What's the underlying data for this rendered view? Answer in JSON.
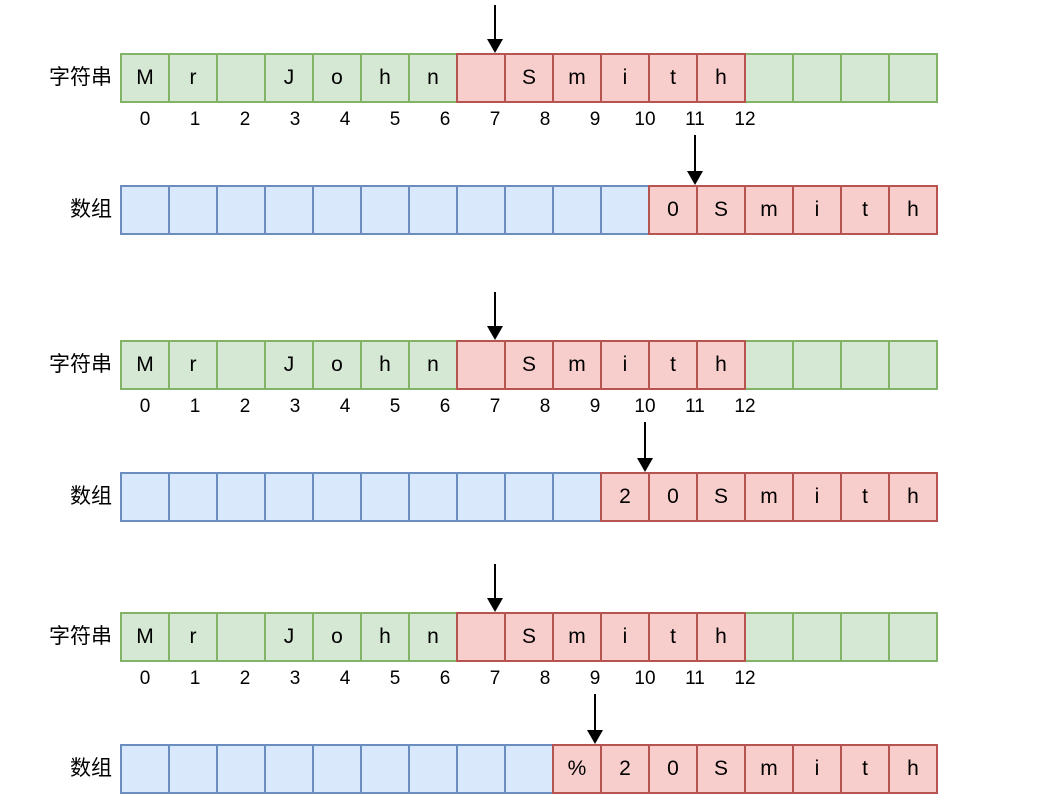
{
  "row_labels": {
    "string_label": "字符串",
    "array_label": "数组"
  },
  "palette": {
    "green_fill": "#d5e8d4",
    "green_border": "#82b366",
    "red_fill": "#f8cecc",
    "red_border": "#b85450",
    "blue_fill": "#dae8fc",
    "blue_border": "#6c8ebf",
    "arrow_color": "#000000"
  },
  "indices": [
    "0",
    "1",
    "2",
    "3",
    "4",
    "5",
    "6",
    "7",
    "8",
    "9",
    "10",
    "11",
    "12"
  ],
  "groups": [
    {
      "name": "step-1",
      "string_cells": [
        {
          "char": "M",
          "color": "green"
        },
        {
          "char": "r",
          "color": "green"
        },
        {
          "char": " ",
          "color": "green"
        },
        {
          "char": "J",
          "color": "green"
        },
        {
          "char": "o",
          "color": "green"
        },
        {
          "char": "h",
          "color": "green"
        },
        {
          "char": "n",
          "color": "green"
        },
        {
          "char": " ",
          "color": "red"
        },
        {
          "char": "S",
          "color": "red"
        },
        {
          "char": "m",
          "color": "red"
        },
        {
          "char": "i",
          "color": "red"
        },
        {
          "char": "t",
          "color": "red"
        },
        {
          "char": "h",
          "color": "red"
        },
        {
          "char": " ",
          "color": "green"
        },
        {
          "char": " ",
          "color": "green"
        },
        {
          "char": " ",
          "color": "green"
        },
        {
          "char": " ",
          "color": "green"
        }
      ],
      "array_cells": [
        {
          "char": " ",
          "color": "blue"
        },
        {
          "char": " ",
          "color": "blue"
        },
        {
          "char": " ",
          "color": "blue"
        },
        {
          "char": " ",
          "color": "blue"
        },
        {
          "char": " ",
          "color": "blue"
        },
        {
          "char": " ",
          "color": "blue"
        },
        {
          "char": " ",
          "color": "blue"
        },
        {
          "char": " ",
          "color": "blue"
        },
        {
          "char": " ",
          "color": "blue"
        },
        {
          "char": " ",
          "color": "blue"
        },
        {
          "char": " ",
          "color": "blue"
        },
        {
          "char": "0",
          "color": "red"
        },
        {
          "char": "S",
          "color": "red"
        },
        {
          "char": "m",
          "color": "red"
        },
        {
          "char": "i",
          "color": "red"
        },
        {
          "char": "t",
          "color": "red"
        },
        {
          "char": "h",
          "color": "red"
        }
      ],
      "string_arrow_index": 7,
      "array_arrow_index": 11
    },
    {
      "name": "step-2",
      "string_cells": [
        {
          "char": "M",
          "color": "green"
        },
        {
          "char": "r",
          "color": "green"
        },
        {
          "char": " ",
          "color": "green"
        },
        {
          "char": "J",
          "color": "green"
        },
        {
          "char": "o",
          "color": "green"
        },
        {
          "char": "h",
          "color": "green"
        },
        {
          "char": "n",
          "color": "green"
        },
        {
          "char": " ",
          "color": "red"
        },
        {
          "char": "S",
          "color": "red"
        },
        {
          "char": "m",
          "color": "red"
        },
        {
          "char": "i",
          "color": "red"
        },
        {
          "char": "t",
          "color": "red"
        },
        {
          "char": "h",
          "color": "red"
        },
        {
          "char": " ",
          "color": "green"
        },
        {
          "char": " ",
          "color": "green"
        },
        {
          "char": " ",
          "color": "green"
        },
        {
          "char": " ",
          "color": "green"
        }
      ],
      "array_cells": [
        {
          "char": " ",
          "color": "blue"
        },
        {
          "char": " ",
          "color": "blue"
        },
        {
          "char": " ",
          "color": "blue"
        },
        {
          "char": " ",
          "color": "blue"
        },
        {
          "char": " ",
          "color": "blue"
        },
        {
          "char": " ",
          "color": "blue"
        },
        {
          "char": " ",
          "color": "blue"
        },
        {
          "char": " ",
          "color": "blue"
        },
        {
          "char": " ",
          "color": "blue"
        },
        {
          "char": " ",
          "color": "blue"
        },
        {
          "char": "2",
          "color": "red"
        },
        {
          "char": "0",
          "color": "red"
        },
        {
          "char": "S",
          "color": "red"
        },
        {
          "char": "m",
          "color": "red"
        },
        {
          "char": "i",
          "color": "red"
        },
        {
          "char": "t",
          "color": "red"
        },
        {
          "char": "h",
          "color": "red"
        }
      ],
      "string_arrow_index": 7,
      "array_arrow_index": 10
    },
    {
      "name": "step-3",
      "string_cells": [
        {
          "char": "M",
          "color": "green"
        },
        {
          "char": "r",
          "color": "green"
        },
        {
          "char": " ",
          "color": "green"
        },
        {
          "char": "J",
          "color": "green"
        },
        {
          "char": "o",
          "color": "green"
        },
        {
          "char": "h",
          "color": "green"
        },
        {
          "char": "n",
          "color": "green"
        },
        {
          "char": " ",
          "color": "red"
        },
        {
          "char": "S",
          "color": "red"
        },
        {
          "char": "m",
          "color": "red"
        },
        {
          "char": "i",
          "color": "red"
        },
        {
          "char": "t",
          "color": "red"
        },
        {
          "char": "h",
          "color": "red"
        },
        {
          "char": " ",
          "color": "green"
        },
        {
          "char": " ",
          "color": "green"
        },
        {
          "char": " ",
          "color": "green"
        },
        {
          "char": " ",
          "color": "green"
        }
      ],
      "array_cells": [
        {
          "char": " ",
          "color": "blue"
        },
        {
          "char": " ",
          "color": "blue"
        },
        {
          "char": " ",
          "color": "blue"
        },
        {
          "char": " ",
          "color": "blue"
        },
        {
          "char": " ",
          "color": "blue"
        },
        {
          "char": " ",
          "color": "blue"
        },
        {
          "char": " ",
          "color": "blue"
        },
        {
          "char": " ",
          "color": "blue"
        },
        {
          "char": " ",
          "color": "blue"
        },
        {
          "char": "%",
          "color": "red"
        },
        {
          "char": "2",
          "color": "red"
        },
        {
          "char": "0",
          "color": "red"
        },
        {
          "char": "S",
          "color": "red"
        },
        {
          "char": "m",
          "color": "red"
        },
        {
          "char": "i",
          "color": "red"
        },
        {
          "char": "t",
          "color": "red"
        },
        {
          "char": "h",
          "color": "red"
        }
      ],
      "string_arrow_index": 7,
      "array_arrow_index": 9
    }
  ]
}
